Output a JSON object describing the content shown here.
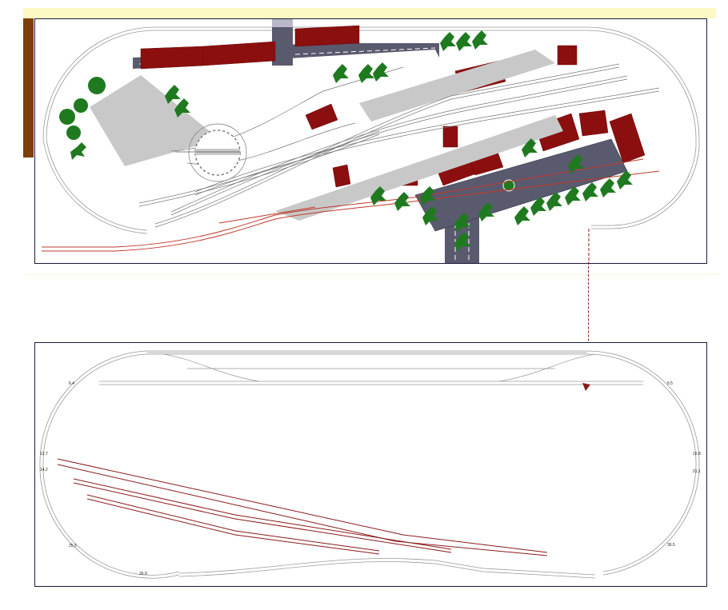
{
  "diagram": {
    "type": "model-railway-track-plan",
    "levels": [
      {
        "name": "upper-level",
        "features": [
          "oval-return-loops",
          "station-yard",
          "turntable",
          "roads",
          "buildings",
          "trees",
          "town-square"
        ],
        "colors": {
          "road": "#5a5a6e",
          "building": "#8b0f0f",
          "tree": "#1f7a1f",
          "platform": "#c8c8c8",
          "helix_track": "#c0392b",
          "track": "#888888"
        }
      },
      {
        "name": "lower-level",
        "features": [
          "oval-return-loops",
          "hidden-staging-sidings",
          "helix-ramp"
        ],
        "labels": {
          "left_top": "6.4",
          "right_top": "6.5",
          "left_mid_a": "12.7",
          "left_mid_b": "14.2",
          "right_mid_a": "16.8",
          "right_mid_b": "21.1",
          "left_bottom": "25.5",
          "right_bottom": "36.5",
          "bottom_left": "26.9"
        }
      }
    ],
    "connector": {
      "style": "dashed",
      "color": "#8b1a1a"
    },
    "frame": {
      "band_color": "#fdf9c4",
      "post_color": "#7d3e0a"
    }
  }
}
